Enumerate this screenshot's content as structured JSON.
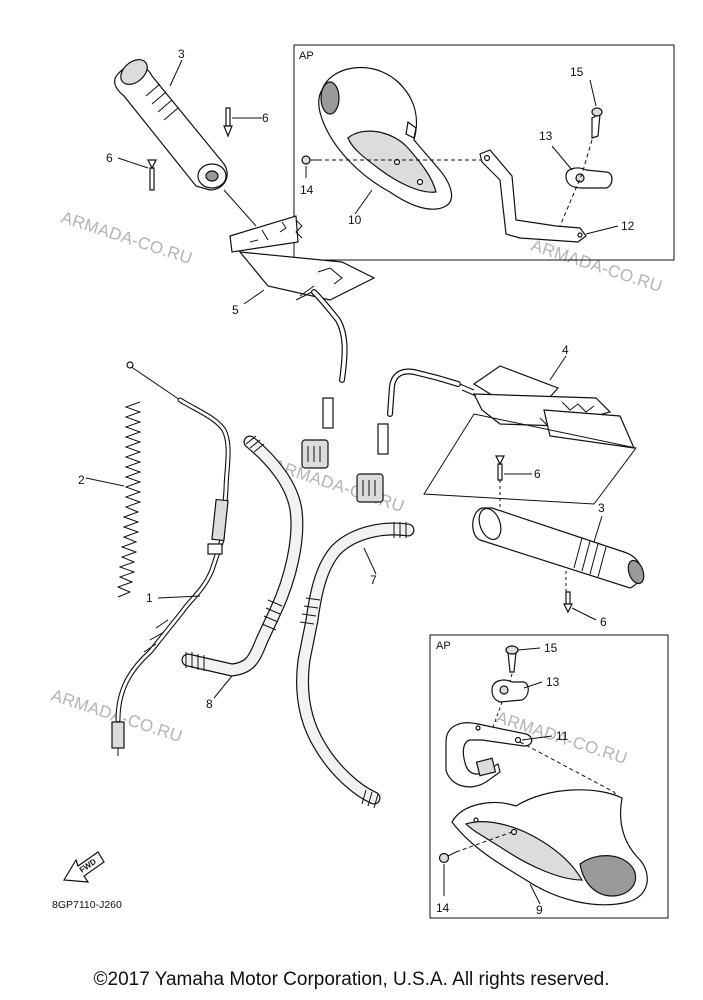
{
  "diagram": {
    "ap_label": "AP",
    "part_numbers": {
      "n1": "1",
      "n2": "2",
      "n3a": "3",
      "n3b": "3",
      "n4": "4",
      "n5": "5",
      "n6a": "6",
      "n6b": "6",
      "n6c": "6",
      "n6d": "6",
      "n7": "7",
      "n8": "8",
      "n9": "9",
      "n10": "10",
      "n11": "11",
      "n12": "12",
      "n13a": "13",
      "n13b": "13",
      "n14a": "14",
      "n14b": "14",
      "n15a": "15",
      "n15b": "15"
    },
    "watermark": "ARMADA-CO.RU",
    "fwd_label": "FWD",
    "drawing_code": "8GP7110-J260"
  },
  "footer": {
    "copyright": "©2017 Yamaha Motor Corporation, U.S.A. All rights reserved."
  }
}
